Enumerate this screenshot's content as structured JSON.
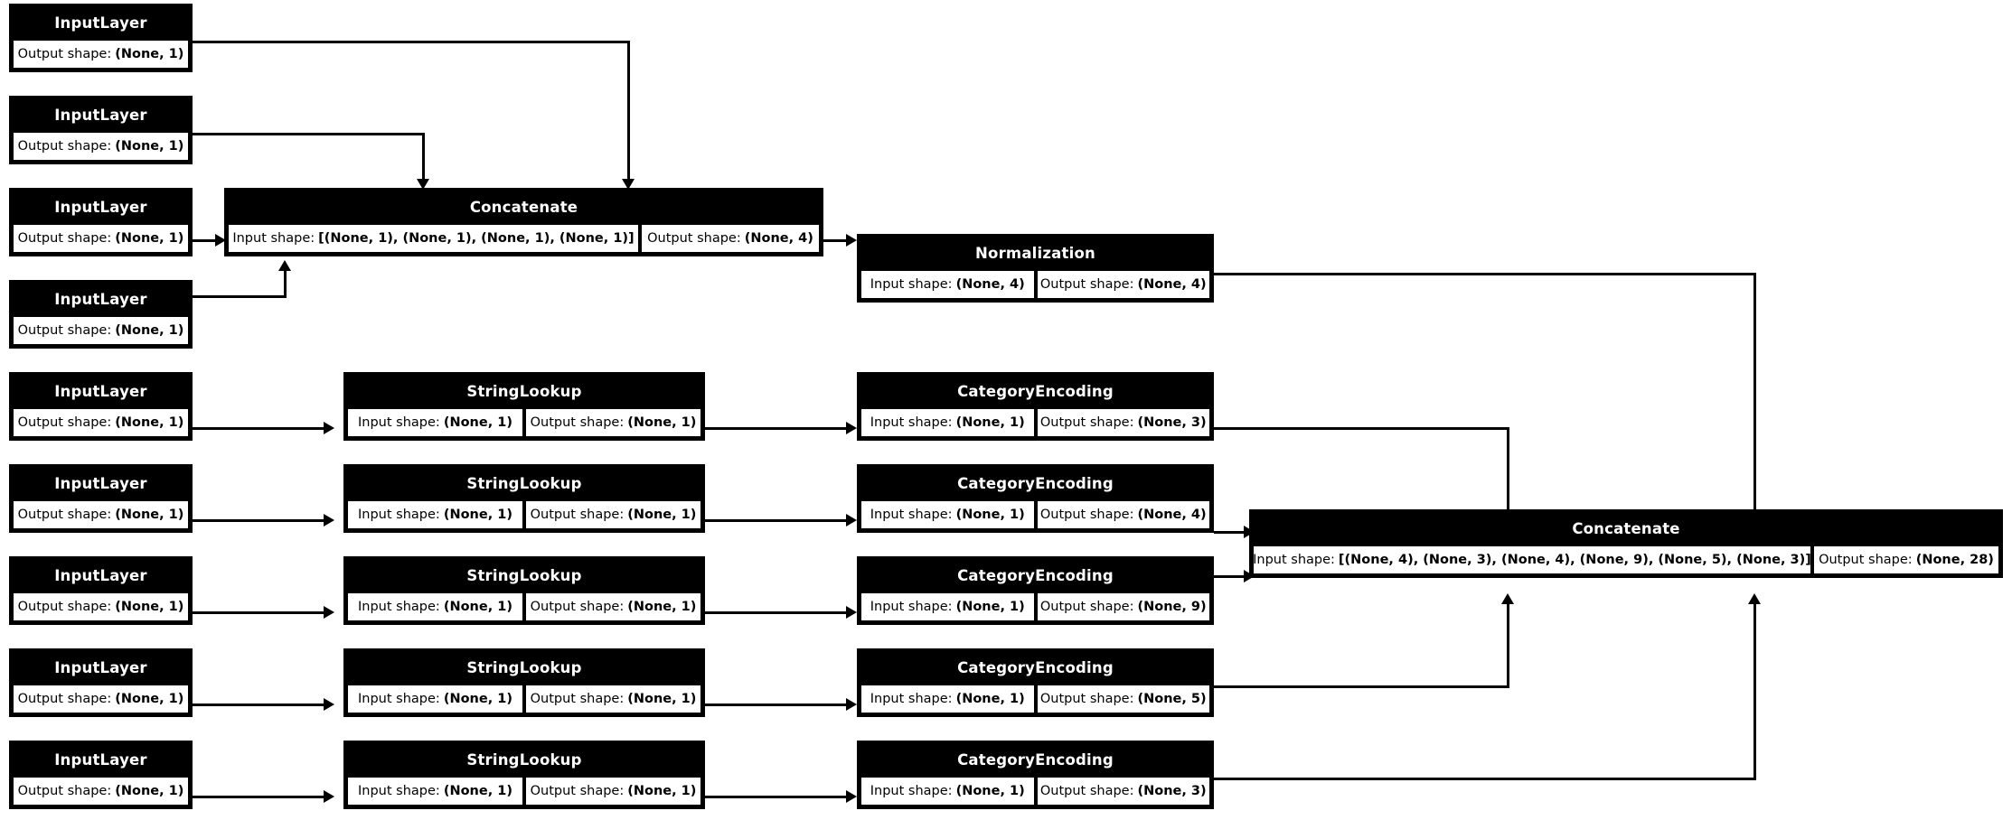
{
  "diagram": {
    "kind": "keras-model-plot",
    "title_text_style": "bold-white-on-black",
    "colors": {
      "node_header_bg": "#000000",
      "node_header_fg": "#ffffff",
      "cell_bg": "#ffffff",
      "cell_fg": "#000000",
      "edge": "#000000",
      "canvas": "#ffffff"
    },
    "labels": {
      "input_prefix": "Input shape:",
      "output_prefix": "Output shape:"
    },
    "nodes": [
      {
        "id": "input_1",
        "type": "InputLayer",
        "output": "(None, 1)"
      },
      {
        "id": "input_2",
        "type": "InputLayer",
        "output": "(None, 1)"
      },
      {
        "id": "input_3",
        "type": "InputLayer",
        "output": "(None, 1)"
      },
      {
        "id": "input_4",
        "type": "InputLayer",
        "output": "(None, 1)"
      },
      {
        "id": "concat_num",
        "type": "Concatenate",
        "input": "[(None, 1), (None, 1), (None, 1), (None, 1)]",
        "output": "(None, 4)"
      },
      {
        "id": "normalization",
        "type": "Normalization",
        "input": "(None, 4)",
        "output": "(None, 4)"
      },
      {
        "id": "input_5",
        "type": "InputLayer",
        "output": "(None, 1)"
      },
      {
        "id": "lookup_1",
        "type": "StringLookup",
        "input": "(None, 1)",
        "output": "(None, 1)"
      },
      {
        "id": "encode_1",
        "type": "CategoryEncoding",
        "input": "(None, 1)",
        "output": "(None, 3)"
      },
      {
        "id": "input_6",
        "type": "InputLayer",
        "output": "(None, 1)"
      },
      {
        "id": "lookup_2",
        "type": "StringLookup",
        "input": "(None, 1)",
        "output": "(None, 1)"
      },
      {
        "id": "encode_2",
        "type": "CategoryEncoding",
        "input": "(None, 1)",
        "output": "(None, 4)"
      },
      {
        "id": "input_7",
        "type": "InputLayer",
        "output": "(None, 1)"
      },
      {
        "id": "lookup_3",
        "type": "StringLookup",
        "input": "(None, 1)",
        "output": "(None, 1)"
      },
      {
        "id": "encode_3",
        "type": "CategoryEncoding",
        "input": "(None, 1)",
        "output": "(None, 9)"
      },
      {
        "id": "input_8",
        "type": "InputLayer",
        "output": "(None, 1)"
      },
      {
        "id": "lookup_4",
        "type": "StringLookup",
        "input": "(None, 1)",
        "output": "(None, 1)"
      },
      {
        "id": "encode_4",
        "type": "CategoryEncoding",
        "input": "(None, 1)",
        "output": "(None, 5)"
      },
      {
        "id": "input_9",
        "type": "InputLayer",
        "output": "(None, 1)"
      },
      {
        "id": "lookup_5",
        "type": "StringLookup",
        "input": "(None, 1)",
        "output": "(None, 1)"
      },
      {
        "id": "encode_5",
        "type": "CategoryEncoding",
        "input": "(None, 1)",
        "output": "(None, 3)"
      },
      {
        "id": "concat_all",
        "type": "Concatenate",
        "input": "[(None, 4), (None, 3), (None, 4), (None, 9), (None, 5), (None, 3)]",
        "output": "(None, 28)"
      }
    ]
  }
}
